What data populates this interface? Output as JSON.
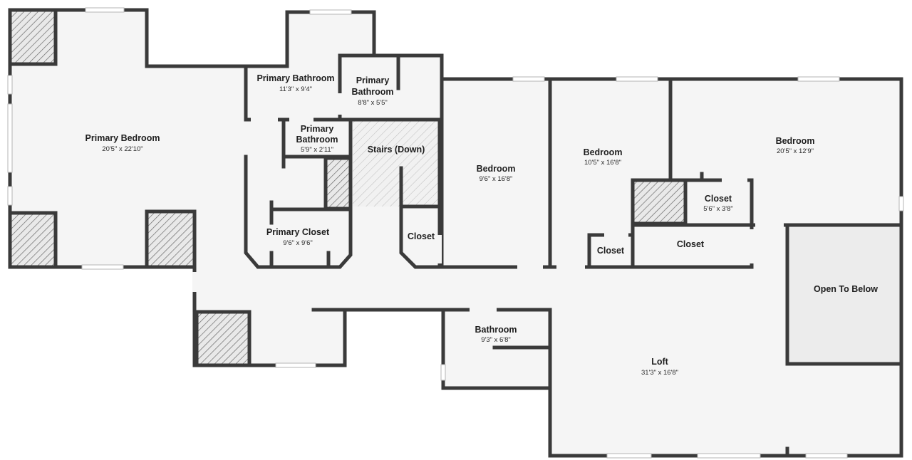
{
  "rooms": [
    {
      "id": "primary-bedroom",
      "name": "Primary Bedroom",
      "dim": "20'5\" x 22'10\""
    },
    {
      "id": "primary-bathroom-1",
      "name": "Primary Bathroom",
      "dim": "11'3\" x 9'4\""
    },
    {
      "id": "primary-bathroom-2",
      "name_line1": "Primary",
      "name_line2": "Bathroom",
      "dim": "8'8\" x 5'5\""
    },
    {
      "id": "primary-bathroom-3",
      "name_line1": "Primary",
      "name_line2": "Bathroom",
      "dim": "5'9\" x 2'11\""
    },
    {
      "id": "stairs",
      "name": "Stairs (Down)"
    },
    {
      "id": "primary-closet",
      "name": "Primary Closet",
      "dim": "9'6\" x 9'6\""
    },
    {
      "id": "closet-hall",
      "name": "Closet"
    },
    {
      "id": "bedroom-1",
      "name": "Bedroom",
      "dim": "9'6\" x 16'8\""
    },
    {
      "id": "bedroom-2",
      "name": "Bedroom",
      "dim": "10'5\" x 16'8\""
    },
    {
      "id": "bedroom-3",
      "name": "Bedroom",
      "dim": "20'5\" x 12'9\""
    },
    {
      "id": "closet-a",
      "name": "Closet",
      "dim": "5'6\" x 3'8\""
    },
    {
      "id": "closet-b",
      "name": "Closet"
    },
    {
      "id": "closet-c",
      "name": "Closet"
    },
    {
      "id": "open-to-below",
      "name": "Open To Below"
    },
    {
      "id": "bathroom",
      "name": "Bathroom",
      "dim": "9'3\" x 6'8\""
    },
    {
      "id": "loft",
      "name": "Loft",
      "dim": "31'3\" x 16'8\""
    }
  ]
}
